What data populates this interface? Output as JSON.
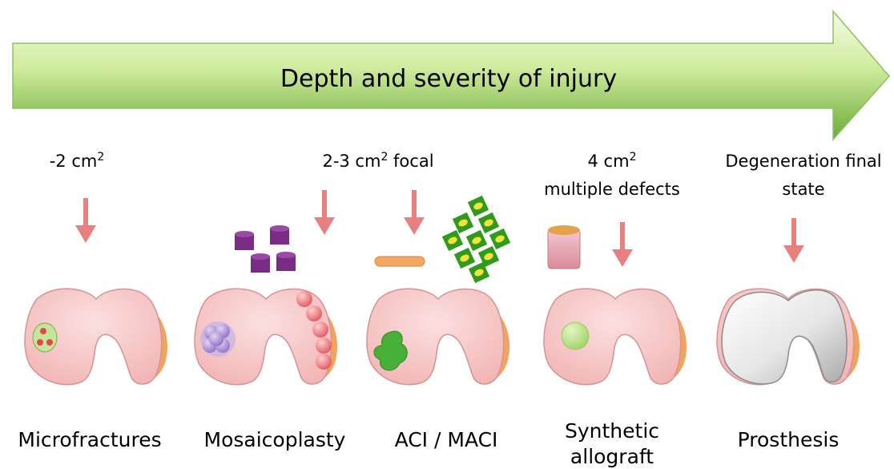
{
  "header": {
    "title": "Depth and severity of injury",
    "colors": {
      "light": "#f2fbe0",
      "mid": "#c9ea92",
      "dark": "#5ea233"
    }
  },
  "stages": [
    {
      "size_label": "-2 cm",
      "size_sup": "2",
      "name": "Microfractures"
    },
    {
      "size_label": "",
      "name": "Mosaicoplasty"
    },
    {
      "size_label": "2-3 cm",
      "size_sup": "2",
      "size_suffix": " focal",
      "name": "ACI / MACI"
    },
    {
      "size_label": "4 cm",
      "size_sup": "2",
      "size_line2": "multiple defects",
      "name_line1": "Synthetic",
      "name_line2": "allograft"
    },
    {
      "size_label": "Degeneration final",
      "size_line2": "state",
      "name": "Prosthesis"
    }
  ],
  "colors": {
    "arrow": "#e88080",
    "cartilage": "#f6c0c0",
    "cartilage_edge": "#d49494",
    "bone_side": "#f2a45c",
    "plug": "#7a2c84",
    "membrane": "#f2a862",
    "cells": "#2f9a1c",
    "cell_nucleus": "#f2e23a",
    "lesion_green": "#46b038",
    "ball_green": "#b4de7a",
    "metal": "#e9e9e9",
    "scaffold_pink": "#e8a2ad",
    "scaffold_gold": "#e4a24a"
  }
}
